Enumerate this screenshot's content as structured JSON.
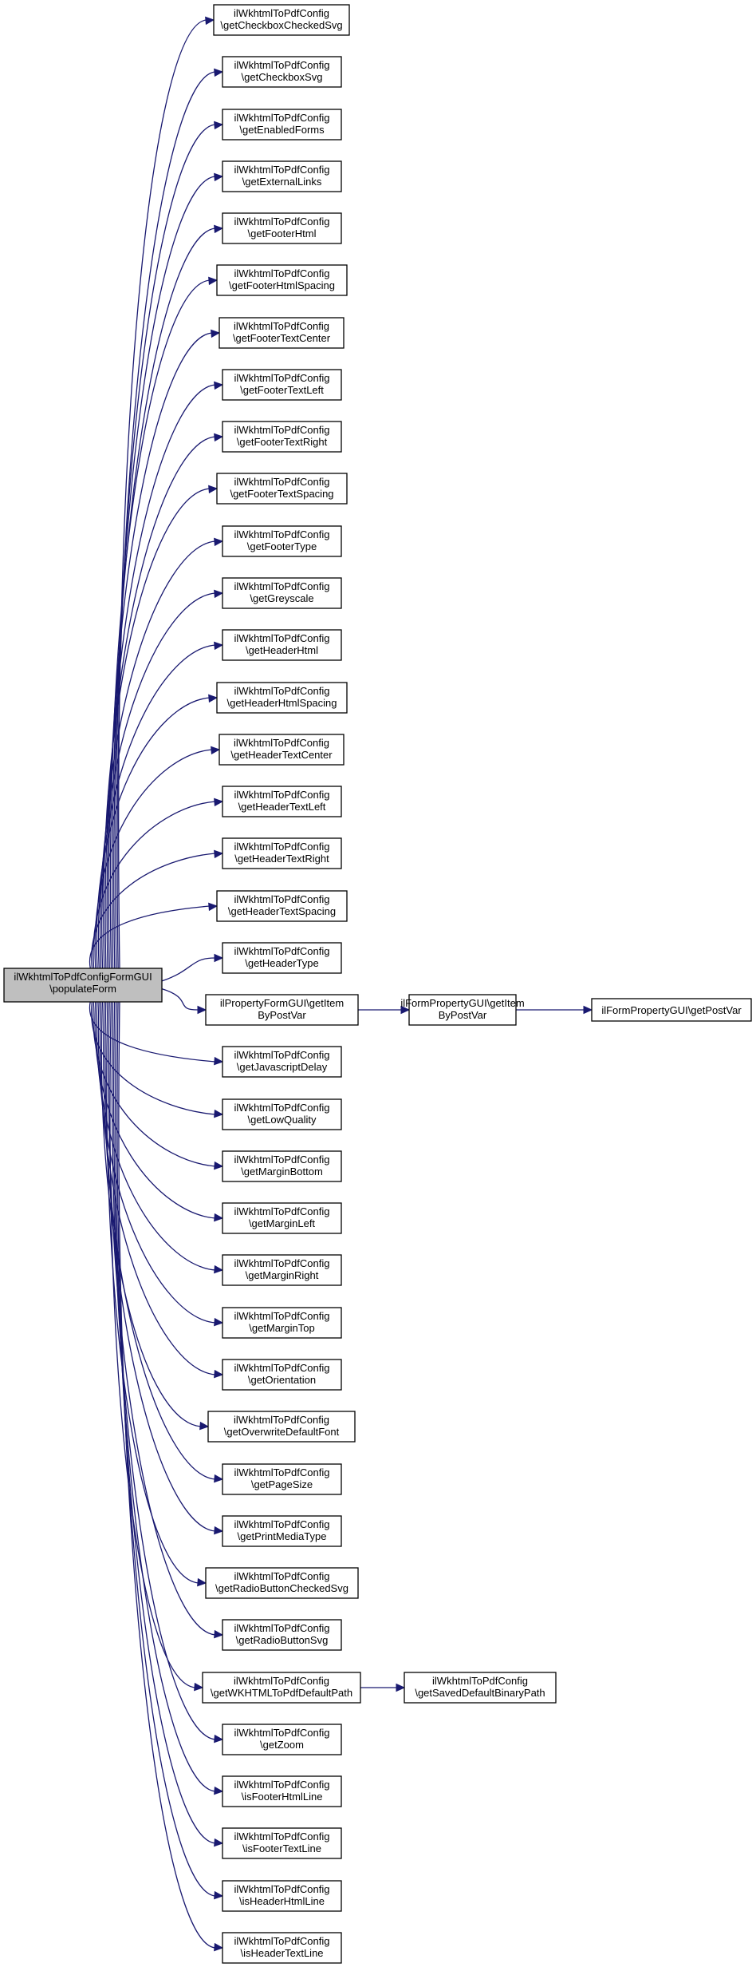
{
  "diagram": {
    "colors": {
      "edge": "#191970",
      "root_fill": "#bfbfbf",
      "node_fill": "#ffffff",
      "node_border": "#000000"
    },
    "root": {
      "line1": "ilWkhtmlToPdfConfigFormGUI",
      "line2": "\\populateForm"
    },
    "callees": [
      {
        "line1": "ilWkhtmlToPdfConfig",
        "line2": "\\getCheckboxCheckedSvg"
      },
      {
        "line1": "ilWkhtmlToPdfConfig",
        "line2": "\\getCheckboxSvg"
      },
      {
        "line1": "ilWkhtmlToPdfConfig",
        "line2": "\\getEnabledForms"
      },
      {
        "line1": "ilWkhtmlToPdfConfig",
        "line2": "\\getExternalLinks"
      },
      {
        "line1": "ilWkhtmlToPdfConfig",
        "line2": "\\getFooterHtml"
      },
      {
        "line1": "ilWkhtmlToPdfConfig",
        "line2": "\\getFooterHtmlSpacing"
      },
      {
        "line1": "ilWkhtmlToPdfConfig",
        "line2": "\\getFooterTextCenter"
      },
      {
        "line1": "ilWkhtmlToPdfConfig",
        "line2": "\\getFooterTextLeft"
      },
      {
        "line1": "ilWkhtmlToPdfConfig",
        "line2": "\\getFooterTextRight"
      },
      {
        "line1": "ilWkhtmlToPdfConfig",
        "line2": "\\getFooterTextSpacing"
      },
      {
        "line1": "ilWkhtmlToPdfConfig",
        "line2": "\\getFooterType"
      },
      {
        "line1": "ilWkhtmlToPdfConfig",
        "line2": "\\getGreyscale"
      },
      {
        "line1": "ilWkhtmlToPdfConfig",
        "line2": "\\getHeaderHtml"
      },
      {
        "line1": "ilWkhtmlToPdfConfig",
        "line2": "\\getHeaderHtmlSpacing"
      },
      {
        "line1": "ilWkhtmlToPdfConfig",
        "line2": "\\getHeaderTextCenter"
      },
      {
        "line1": "ilWkhtmlToPdfConfig",
        "line2": "\\getHeaderTextLeft"
      },
      {
        "line1": "ilWkhtmlToPdfConfig",
        "line2": "\\getHeaderTextRight"
      },
      {
        "line1": "ilWkhtmlToPdfConfig",
        "line2": "\\getHeaderTextSpacing"
      },
      {
        "line1": "ilWkhtmlToPdfConfig",
        "line2": "\\getHeaderType"
      },
      {
        "line1": "ilPropertyFormGUI\\getItem",
        "line2": "ByPostVar"
      },
      {
        "line1": "ilWkhtmlToPdfConfig",
        "line2": "\\getJavascriptDelay"
      },
      {
        "line1": "ilWkhtmlToPdfConfig",
        "line2": "\\getLowQuality"
      },
      {
        "line1": "ilWkhtmlToPdfConfig",
        "line2": "\\getMarginBottom"
      },
      {
        "line1": "ilWkhtmlToPdfConfig",
        "line2": "\\getMarginLeft"
      },
      {
        "line1": "ilWkhtmlToPdfConfig",
        "line2": "\\getMarginRight"
      },
      {
        "line1": "ilWkhtmlToPdfConfig",
        "line2": "\\getMarginTop"
      },
      {
        "line1": "ilWkhtmlToPdfConfig",
        "line2": "\\getOrientation"
      },
      {
        "line1": "ilWkhtmlToPdfConfig",
        "line2": "\\getOverwriteDefaultFont"
      },
      {
        "line1": "ilWkhtmlToPdfConfig",
        "line2": "\\getPageSize"
      },
      {
        "line1": "ilWkhtmlToPdfConfig",
        "line2": "\\getPrintMediaType"
      },
      {
        "line1": "ilWkhtmlToPdfConfig",
        "line2": "\\getRadioButtonCheckedSvg"
      },
      {
        "line1": "ilWkhtmlToPdfConfig",
        "line2": "\\getRadioButtonSvg"
      },
      {
        "line1": "ilWkhtmlToPdfConfig",
        "line2": "\\getWKHTMLToPdfDefaultPath"
      },
      {
        "line1": "ilWkhtmlToPdfConfig",
        "line2": "\\getZoom"
      },
      {
        "line1": "ilWkhtmlToPdfConfig",
        "line2": "\\isFooterHtmlLine"
      },
      {
        "line1": "ilWkhtmlToPdfConfig",
        "line2": "\\isFooterTextLine"
      },
      {
        "line1": "ilWkhtmlToPdfConfig",
        "line2": "\\isHeaderHtmlLine"
      },
      {
        "line1": "ilWkhtmlToPdfConfig",
        "line2": "\\isHeaderTextLine"
      }
    ],
    "form_property_get_item": {
      "line1": "ilFormPropertyGUI\\getItem",
      "line2": "ByPostVar"
    },
    "form_property_get_post_var": {
      "line1": "ilFormPropertyGUI\\getPostVar"
    },
    "saved_default_binary_path": {
      "line1": "ilWkhtmlToPdfConfig",
      "line2": "\\getSavedDefaultBinaryPath"
    }
  }
}
